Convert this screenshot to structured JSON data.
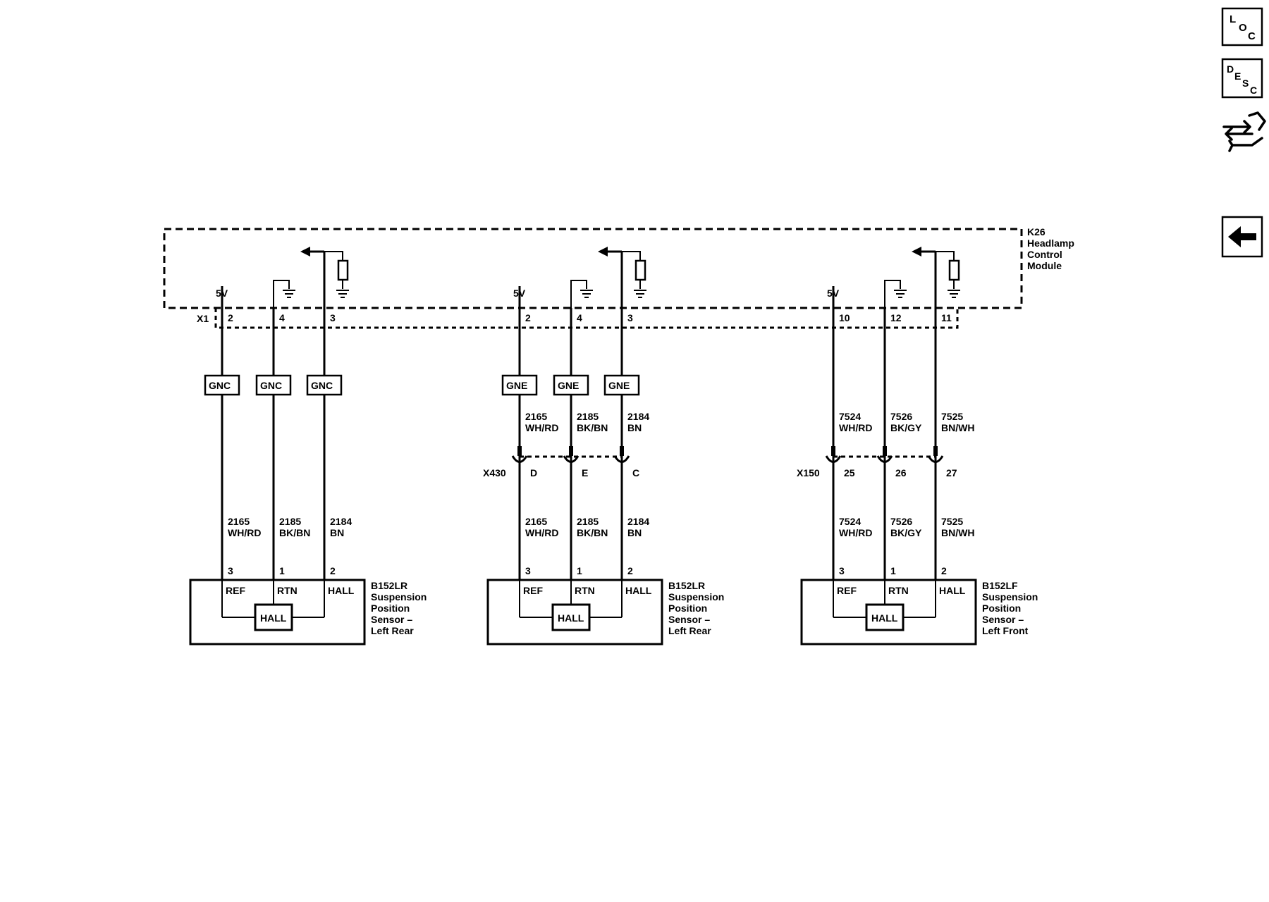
{
  "nav": {
    "loc": {
      "l": "L",
      "o": "O",
      "c": "C"
    },
    "desc": {
      "d": "D",
      "e": "E",
      "s": "S",
      "c": "C"
    }
  },
  "module": {
    "ref": "K26",
    "name_lines": [
      "Headlamp",
      "Control",
      "Module"
    ],
    "connector": "X1"
  },
  "groups": [
    {
      "supply": "5V",
      "pins": [
        "2",
        "4",
        "3"
      ],
      "splice_labels": [
        "GNC",
        "GNC",
        "GNC"
      ],
      "inline": null,
      "lower_wires": [
        {
          "circuit": "2165",
          "color": "WH/RD"
        },
        {
          "circuit": "2185",
          "color": "BK/BN"
        },
        {
          "circuit": "2184",
          "color": "BN"
        }
      ],
      "sensor_pins": [
        "3",
        "1",
        "2"
      ],
      "sensor_terms": [
        "REF",
        "RTN",
        "HALL"
      ],
      "hall": "HALL",
      "sensor_lines": [
        "B152LR",
        "Suspension",
        "Position",
        "Sensor –",
        "Left Rear"
      ]
    },
    {
      "supply": "5V",
      "pins": [
        "2",
        "4",
        "3"
      ],
      "splice_labels": [
        "GNE",
        "GNE",
        "GNE"
      ],
      "inline": {
        "name": "X430",
        "pins": [
          "D",
          "E",
          "C"
        ],
        "upper_wires": [
          {
            "circuit": "2165",
            "color": "WH/RD"
          },
          {
            "circuit": "2185",
            "color": "BK/BN"
          },
          {
            "circuit": "2184",
            "color": "BN"
          }
        ]
      },
      "lower_wires": [
        {
          "circuit": "2165",
          "color": "WH/RD"
        },
        {
          "circuit": "2185",
          "color": "BK/BN"
        },
        {
          "circuit": "2184",
          "color": "BN"
        }
      ],
      "sensor_pins": [
        "3",
        "1",
        "2"
      ],
      "sensor_terms": [
        "REF",
        "RTN",
        "HALL"
      ],
      "hall": "HALL",
      "sensor_lines": [
        "B152LR",
        "Suspension",
        "Position",
        "Sensor –",
        "Left Rear"
      ]
    },
    {
      "supply": "5V",
      "pins": [
        "10",
        "12",
        "11"
      ],
      "splice_labels": [],
      "inline": {
        "name": "X150",
        "pins": [
          "25",
          "26",
          "27"
        ],
        "upper_wires": [
          {
            "circuit": "7524",
            "color": "WH/RD"
          },
          {
            "circuit": "7526",
            "color": "BK/GY"
          },
          {
            "circuit": "7525",
            "color": "BN/WH"
          }
        ]
      },
      "lower_wires": [
        {
          "circuit": "7524",
          "color": "WH/RD"
        },
        {
          "circuit": "7526",
          "color": "BK/GY"
        },
        {
          "circuit": "7525",
          "color": "BN/WH"
        }
      ],
      "sensor_pins": [
        "3",
        "1",
        "2"
      ],
      "sensor_terms": [
        "REF",
        "RTN",
        "HALL"
      ],
      "hall": "HALL",
      "sensor_lines": [
        "B152LF",
        "Suspension",
        "Position",
        "Sensor –",
        "Left Front"
      ]
    }
  ]
}
